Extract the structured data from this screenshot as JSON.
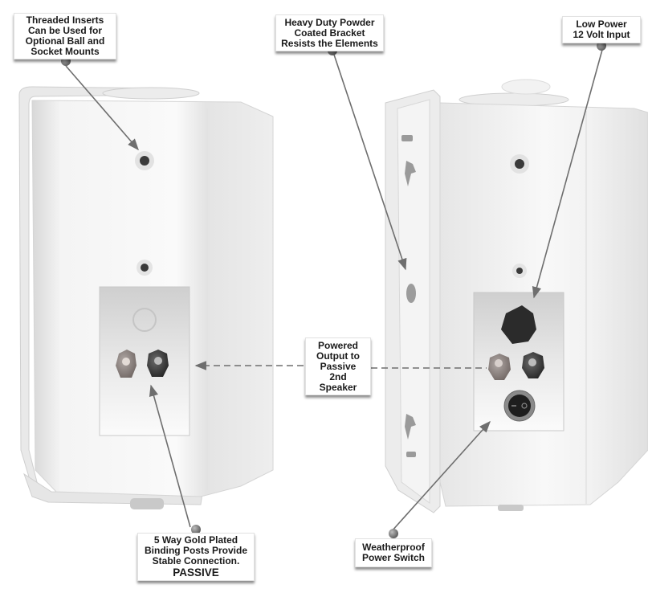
{
  "figure": {
    "background": "#ffffff",
    "accent_colors": {
      "pin_ball": "#777777",
      "leader_line": "#6a6a6a",
      "speaker_body": "#f2f2f2",
      "callout_shadow": "#444444"
    }
  },
  "callouts": {
    "threaded_inserts": {
      "lines": [
        "Threaded Inserts",
        "Can be Used for",
        "Optional Ball and",
        "Socket Mounts"
      ]
    },
    "bracket": {
      "lines": [
        "Heavy Duty Powder",
        "Coated Bracket",
        "Resists the Elements"
      ]
    },
    "low_power": {
      "lines": [
        "Low Power",
        "12 Volt Input"
      ]
    },
    "powered_output": {
      "lines": [
        "Powered",
        "Output to",
        "Passive",
        "2nd",
        "Speaker"
      ]
    },
    "binding_posts": {
      "lines": [
        "5 Way Gold Plated",
        "Binding Posts Provide",
        "Stable Connection."
      ],
      "emphasis": "PASSIVE"
    },
    "power_switch": {
      "lines": [
        "Weatherproof",
        "Power Switch"
      ]
    }
  },
  "speakers": {
    "left": {
      "label": "passive-speaker",
      "features": [
        "threaded-insert",
        "binding-post-red",
        "binding-post-black"
      ]
    },
    "right": {
      "label": "powered-speaker",
      "features": [
        "threaded-insert",
        "12v-input-jack",
        "binding-post-red",
        "binding-post-black",
        "rocker-power-switch",
        "wall-bracket"
      ]
    }
  }
}
